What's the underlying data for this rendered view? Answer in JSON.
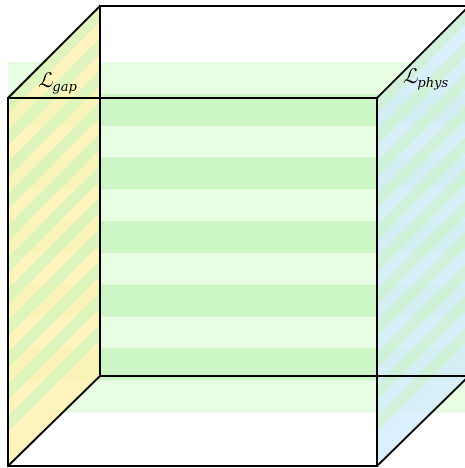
{
  "labels": {
    "left_face": {
      "symbol": "ℒ",
      "subscript": "gap"
    },
    "right_face": {
      "symbol": "ℒ",
      "subscript": "phys"
    }
  },
  "colors": {
    "left_face_fill": "#fff2b3",
    "right_face_fill": "#d6ecfb",
    "band_light": "#e6fbe0",
    "band_dark": "#c9f4c0",
    "edge": "#000000",
    "background": "#ffffff"
  },
  "green_band_count": 11
}
